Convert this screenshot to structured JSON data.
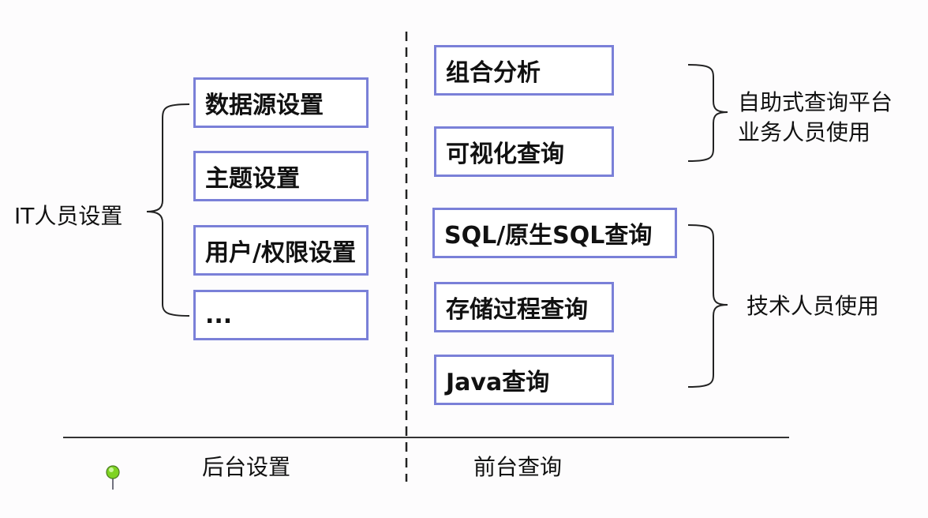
{
  "left_group": {
    "label": "IT人员设置",
    "items": [
      "数据源设置",
      "主题设置",
      "用户/权限设置",
      "..."
    ]
  },
  "right_groups": [
    {
      "label_lines": [
        "自助式查询平台",
        "业务人员使用"
      ],
      "items": [
        "组合分析",
        "可视化查询"
      ]
    },
    {
      "label_lines": [
        "技术人员使用"
      ],
      "items": [
        "SQL/原生SQL查询",
        "存储过程查询",
        "Java查询"
      ]
    }
  ],
  "footer": {
    "left_section": "后台设置",
    "right_section": "前台查询"
  },
  "colors": {
    "box_border": "#7a80d8",
    "pin": "#7ed321"
  }
}
